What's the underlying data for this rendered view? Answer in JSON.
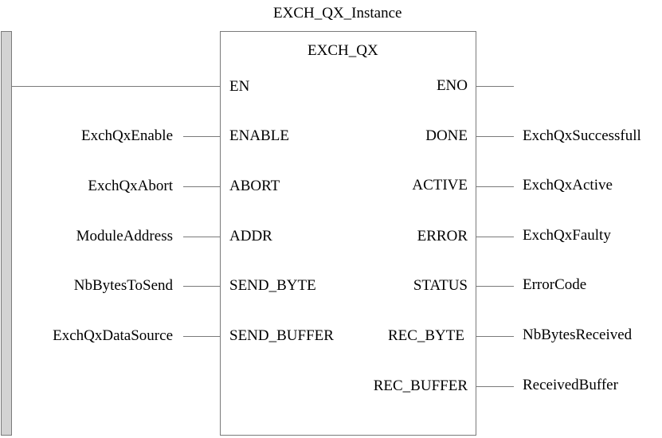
{
  "instance_name": "EXCH_QX_Instance",
  "block_type": "EXCH_QX",
  "inputs": [
    {
      "pin": "EN",
      "variable": ""
    },
    {
      "pin": "ENABLE",
      "variable": "ExchQxEnable"
    },
    {
      "pin": "ABORT",
      "variable": "ExchQxAbort"
    },
    {
      "pin": "ADDR",
      "variable": "ModuleAddress"
    },
    {
      "pin": "SEND_BYTE",
      "variable": "NbBytesToSend"
    },
    {
      "pin": "SEND_BUFFER",
      "variable": "ExchQxDataSource"
    }
  ],
  "outputs": [
    {
      "pin": "ENO",
      "variable": ""
    },
    {
      "pin": "DONE",
      "variable": "ExchQxSuccessfull"
    },
    {
      "pin": "ACTIVE",
      "variable": "ExchQxActive"
    },
    {
      "pin": "ERROR",
      "variable": "ExchQxFaulty"
    },
    {
      "pin": "STATUS",
      "variable": "ErrorCode"
    },
    {
      "pin": "REC_BYTE",
      "variable": "NbBytesReceived"
    },
    {
      "pin": "REC_BUFFER",
      "variable": "ReceivedBuffer"
    }
  ]
}
